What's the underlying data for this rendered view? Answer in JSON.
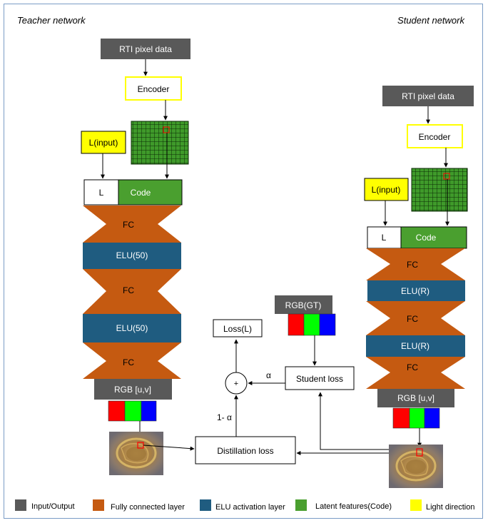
{
  "titles": {
    "teacher": "Teacher network",
    "student": "Student network"
  },
  "teacher": {
    "input": "RTI pixel data",
    "encoder": "Encoder",
    "light": "L(input)",
    "l_cell": "L",
    "code": "Code",
    "layers": [
      "FC",
      "ELU(50)",
      "FC",
      "ELU(50)",
      "FC"
    ],
    "output": "RGB [u,v]"
  },
  "student": {
    "input": "RTI pixel data",
    "encoder": "Encoder",
    "light": "L(input)",
    "l_cell": "L",
    "code": "Code",
    "layers": [
      "FC",
      "ELU(R)",
      "FC",
      "ELU(R)",
      "FC"
    ],
    "output": "RGB [u,v]"
  },
  "loss": {
    "rgb_gt": "RGB(GT)",
    "student_loss": "Student loss",
    "total": "Loss(L)",
    "plus": "+",
    "alpha": "α",
    "one_minus_alpha": "1- α",
    "distillation": "Distillation loss"
  },
  "legend": [
    {
      "color": "#595959",
      "label": "Input/Output"
    },
    {
      "color": "#c55a11",
      "label": "Fully connected layer"
    },
    {
      "color": "#1f5c80",
      "label": "ELU activation layer"
    },
    {
      "color": "#4a9f2f",
      "label": "Latent features(Code)"
    },
    {
      "color": "#ffff00",
      "label": "Light direction"
    }
  ],
  "colors": {
    "io": "#595959",
    "fc": "#c55a11",
    "elu": "#1f5c80",
    "code": "#4a9f2f",
    "light": "#ffff00",
    "encoder_border": "#ffff00",
    "grid": "#3a8a2a",
    "red": "#ff0000",
    "green": "#00ff00",
    "blue": "#0000ff"
  }
}
